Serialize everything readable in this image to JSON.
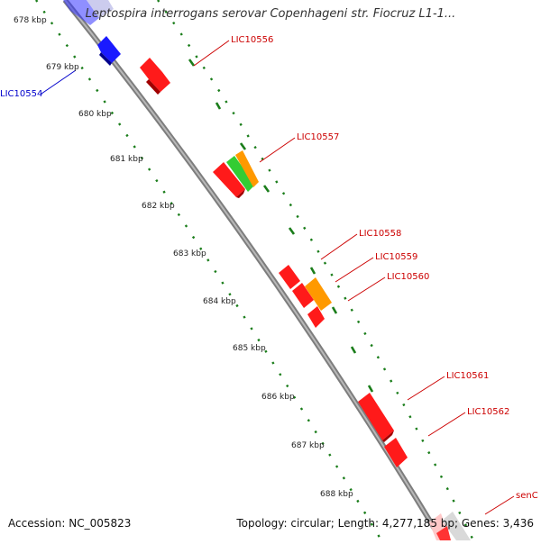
{
  "title": "Leptospira interrogans serovar Copenhageni str. Fiocruz L1-1...",
  "footer": {
    "accession": "Accession: NC_005823",
    "stats": "Topology: circular; Length: 4,277,185 bp; Genes: 3,436"
  },
  "colors": {
    "backbone": "#8a8a8a",
    "ticks": "#1a7d1a",
    "gene_red": "#ff0000",
    "gene_orange": "#ff9900",
    "gene_green": "#33cc33",
    "gene_blue": "#0000ff",
    "label_forward": "#cc0000",
    "label_reverse": "#0000cc"
  },
  "ticks": [
    "678 kbp",
    "679 kbp",
    "680 kbp",
    "681 kbp",
    "682 kbp",
    "683 kbp",
    "684 kbp",
    "685 kbp",
    "686 kbp",
    "687 kbp",
    "688 kbp"
  ],
  "gene_labels": [
    {
      "text": "LIC10556",
      "color": "#cc0000"
    },
    {
      "text": "LIC10557",
      "color": "#cc0000"
    },
    {
      "text": "LIC10558",
      "color": "#cc0000"
    },
    {
      "text": "LIC10559",
      "color": "#cc0000"
    },
    {
      "text": "LIC10560",
      "color": "#cc0000"
    },
    {
      "text": "LIC10561",
      "color": "#cc0000"
    },
    {
      "text": "LIC10562",
      "color": "#cc0000"
    },
    {
      "text": "senC",
      "color": "#cc0000"
    },
    {
      "text": "LIC10554",
      "color": "#0000cc"
    }
  ]
}
